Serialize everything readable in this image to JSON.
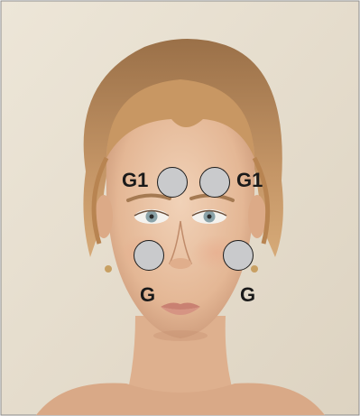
{
  "photo": {
    "subject": "portrait-face",
    "background_color": "#e5dccb",
    "border_color": "#8a8a8a"
  },
  "markers": {
    "upper_left_label": "G1",
    "upper_right_label": "G1",
    "lower_left_label": "G",
    "lower_right_label": "G",
    "dot_fill": "#c9cacc",
    "dot_stroke": "#1c1c1c"
  }
}
